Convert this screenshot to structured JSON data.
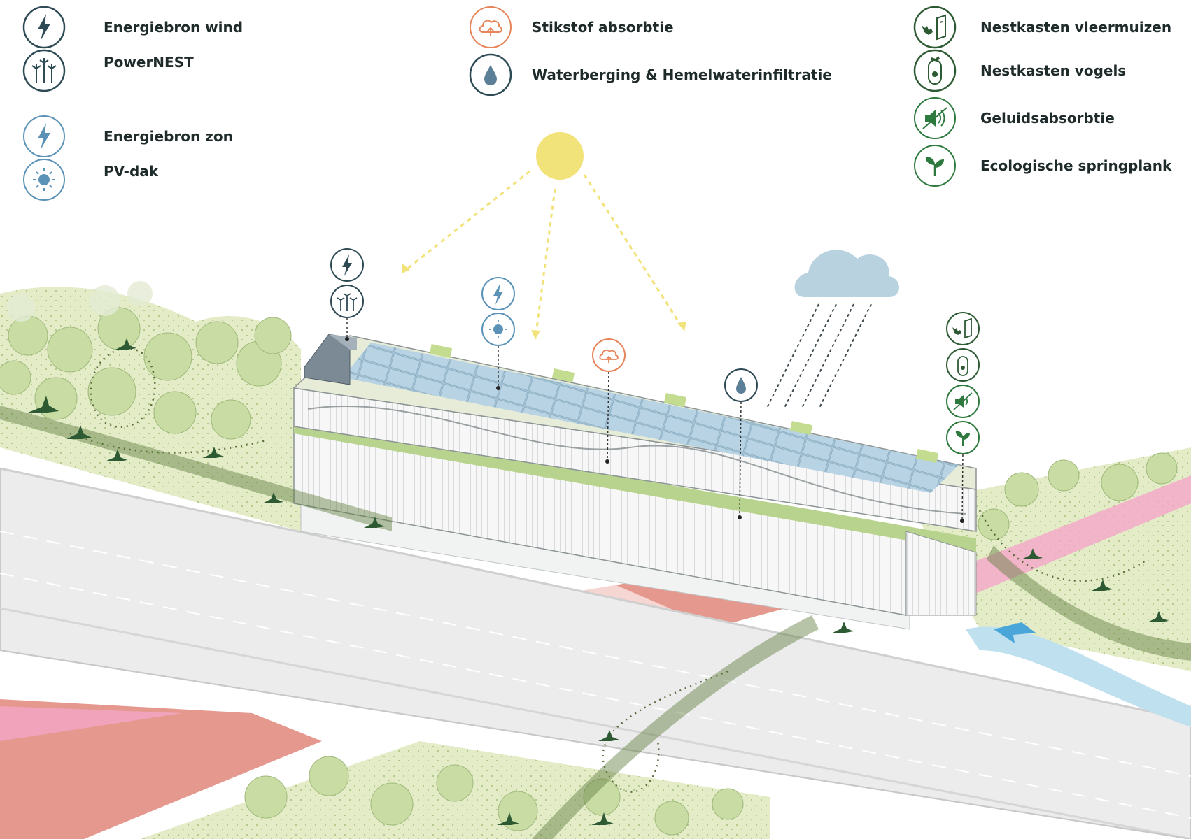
{
  "legend": {
    "energy_wind": "Energiebron wind",
    "powernest": "PowerNEST",
    "energy_sun": "Energiebron zon",
    "pv_roof": "PV-dak",
    "nitrogen": "Stikstof absorbtie",
    "water": "Waterberging & Hemelwaterinfiltratie",
    "bats": "Nestkasten vleermuizen",
    "birds": "Nestkasten vogels",
    "sound": "Geluidsabsorbtie",
    "eco": "Ecologische springplank"
  },
  "icons": {
    "energy_wind": "lightning-icon",
    "powernest": "wind-turbine-icon",
    "energy_sun": "lightning-icon",
    "pv_roof": "sun-icon",
    "nitrogen": "cloud-icon",
    "water": "water-drop-icon",
    "bats": "bat-box-icon",
    "birds": "bird-box-icon",
    "sound": "sound-absorption-icon",
    "eco": "sprout-icon"
  },
  "colors": {
    "wind": "#2e4a55",
    "sun": "#5b93b8",
    "nitrogen": "#e7845a",
    "water": "#2e4a55",
    "ecology": "#2e7a3e",
    "sun_disc": "#f2e27a",
    "cloud": "#b8d3df",
    "greenery": "#cfe0a8",
    "road": "#ececec",
    "bike_path": "#e0867a",
    "pink_path": "#f4a6c8",
    "water_stream": "#bfe0ef",
    "bird": "#2e5a33"
  }
}
